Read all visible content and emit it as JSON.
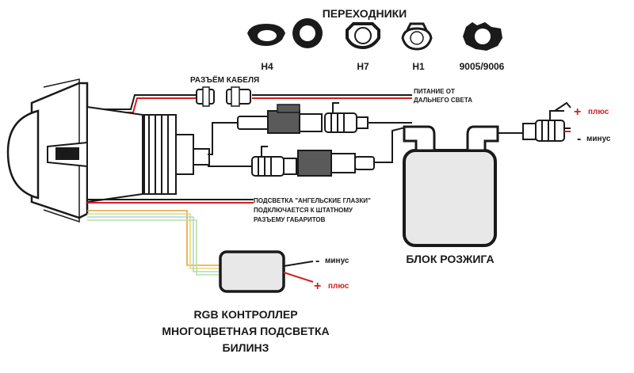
{
  "adapters": {
    "title": "ПЕРЕХОДНИКИ",
    "items": [
      {
        "label": "H4"
      },
      {
        "label": "H7"
      },
      {
        "label": "H1"
      },
      {
        "label": "9005/9006"
      }
    ]
  },
  "cable_connector": {
    "label": "РАЗЪЁМ КАБЕЛЯ"
  },
  "high_beam_power": {
    "line1": "ПИТАНИЕ ОТ",
    "line2": "ДАЛЬНЕГО СВЕТА"
  },
  "angel_eyes": {
    "line1": "ПОДСВЕТКА \"АНГЕЛЬСКИЕ ГЛАЗКИ\"",
    "line2": "ПОДКЛЮЧАЕТСЯ К ШТАТНОМУ",
    "line3": "РАЗЪЕМУ ГАБАРИТОВ"
  },
  "ballast": {
    "label": "БЛОК РОЗЖИГА",
    "plus_sign": "+",
    "plus_label": "плюс",
    "minus_sign": "-",
    "minus_label": "минус"
  },
  "rgb": {
    "plus_sign": "+",
    "plus_label": "плюс",
    "minus_sign": "-",
    "minus_label": "минус",
    "title1": "RGB КОНТРОЛЛЕР",
    "title2": "МНОГОЦВЕТНАЯ ПОДСВЕТКА",
    "title3": "БИЛИНЗ"
  },
  "colors": {
    "positive": "#d21f1f",
    "text": "#1a1a1a",
    "rgb_wires": [
      "#e6a33a",
      "#e8d86a",
      "#9dd8e8",
      "#b8e0a0"
    ]
  }
}
